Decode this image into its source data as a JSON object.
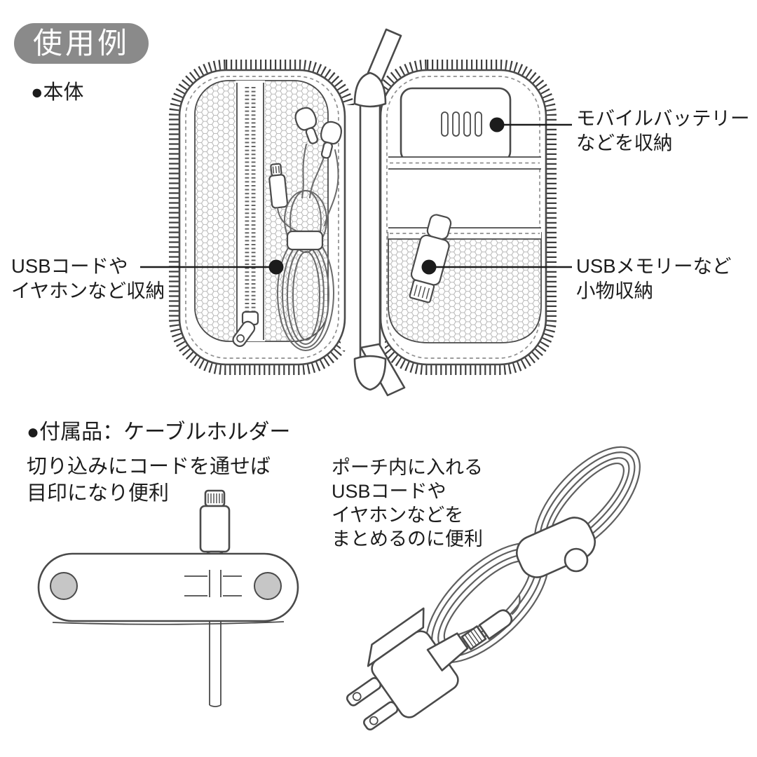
{
  "colors": {
    "badge_bg": "#8a8a8a",
    "badge_text": "#ffffff",
    "line": "#4a4a4a",
    "text": "#1c1c1c",
    "mesh": "#b9b9b9",
    "callout": "#1c1c1c",
    "snap_fill": "#c6c6c6",
    "background": "#ffffff"
  },
  "sections": {
    "usage_example_badge": "使用例",
    "main_unit_label": "●本体",
    "accessory_heading": "●付属品：ケーブルホルダー"
  },
  "callouts": {
    "battery": {
      "line1": "モバイルバッテリー",
      "line2": "などを収納"
    },
    "usb_cable": {
      "line1": "USBコードや",
      "line2": "イヤホンなど収納"
    },
    "usb_memory": {
      "line1": "USBメモリーなど",
      "line2": "小物収納"
    }
  },
  "captions": {
    "cable_holder_left": {
      "line1": "切り込みにコードを通せば",
      "line2": "目印になり便利"
    },
    "cable_holder_right": {
      "line1": "ポーチ内に入れる",
      "line2": "USBコードや",
      "line3": "イヤホンなどを",
      "line4": "まとめるのに便利"
    }
  }
}
